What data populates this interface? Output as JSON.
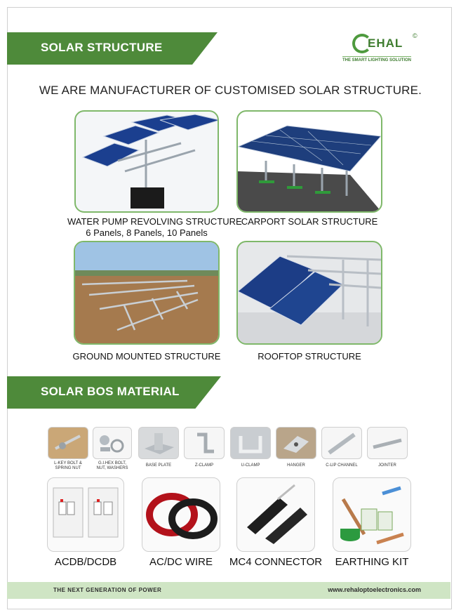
{
  "header": {
    "title": "SOLAR STRUCTURE"
  },
  "logo": {
    "brand": "EHAL",
    "reg": "©",
    "tagline": "THE SMART LIGHTING SOLUTION"
  },
  "headline": "WE ARE MANUFACTURER OF CUSTOMISED SOLAR  STRUCTURE.",
  "structures": [
    {
      "caption": "WATER PUMP REVOLVING STRUCTURE",
      "subcaption": "6 Panels, 8 Panels, 10 Panels"
    },
    {
      "caption": "CARPORT SOLAR STRUCTURE"
    },
    {
      "caption": "GROUND MOUNTED STRUCTURE"
    },
    {
      "caption": "ROOFTOP STRUCTURE"
    }
  ],
  "bos": {
    "title": "SOLAR BOS MATERIAL",
    "small_items": [
      {
        "line1": "L-KEY BOLT &",
        "line2": "SPRING NUT"
      },
      {
        "line1": "G.I.HEX BOLT,",
        "line2": "NUT, WASHERS"
      },
      {
        "line1": "BASE PLATE",
        "line2": ""
      },
      {
        "line1": "Z-CLAMP",
        "line2": ""
      },
      {
        "line1": "U-CLAMP",
        "line2": ""
      },
      {
        "line1": "HANGER",
        "line2": ""
      },
      {
        "line1": "C-LIP CHANNEL",
        "line2": ""
      },
      {
        "line1": "JOINTER",
        "line2": ""
      }
    ],
    "large_items": [
      {
        "label": "ACDB/DCDB"
      },
      {
        "label": "AC/DC  WIRE"
      },
      {
        "label": "MC4 CONNECTOR"
      },
      {
        "label": "EARTHING KIT"
      }
    ]
  },
  "footer": {
    "left": "THE NEXT GENERATION OF POWER",
    "right": "www.rehaloptoelectronics.com"
  },
  "colors": {
    "brand_green": "#4e8a3a",
    "footer_green": "#cfe5c4",
    "card_border": "#7fb86a"
  }
}
